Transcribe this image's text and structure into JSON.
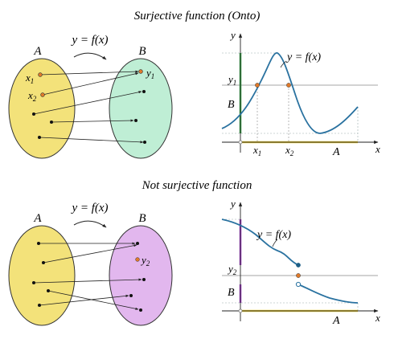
{
  "top": {
    "title": "Surjective function (Onto)",
    "mapping_label": "y = f(x)",
    "set_a": "A",
    "set_b": "B",
    "x1": "x",
    "x1_sub": "1",
    "x2": "x",
    "x2_sub": "2",
    "y1": "y",
    "y1_sub": "1",
    "graph": {
      "y_axis": "y",
      "x_axis": "x",
      "curve_label": "y = f(x)",
      "y1": "y",
      "y1_sub": "1",
      "B": "B",
      "x1": "x",
      "x1_sub": "1",
      "x2": "x",
      "x2_sub": "2",
      "A": "A"
    }
  },
  "bottom": {
    "title": "Not surjective function",
    "mapping_label": "y = f(x)",
    "set_a": "A",
    "set_b": "B",
    "y2": "y",
    "y2_sub": "2",
    "graph": {
      "y_axis": "y",
      "x_axis": "x",
      "curve_label": "y = f(x)",
      "y2": "y",
      "y2_sub": "2",
      "B": "B",
      "A": "A"
    }
  },
  "colors": {
    "set_a_fill": "#f3e27a",
    "set_b_onto_fill": "#bfeed5",
    "set_b_not_onto_fill": "#e2b7ee",
    "curve": "#2a72a0",
    "point_orange": "#e07a2a",
    "range_green": "#3aa84a",
    "range_purple": "#a43fc9",
    "domain_yellow": "#f0d23c"
  }
}
